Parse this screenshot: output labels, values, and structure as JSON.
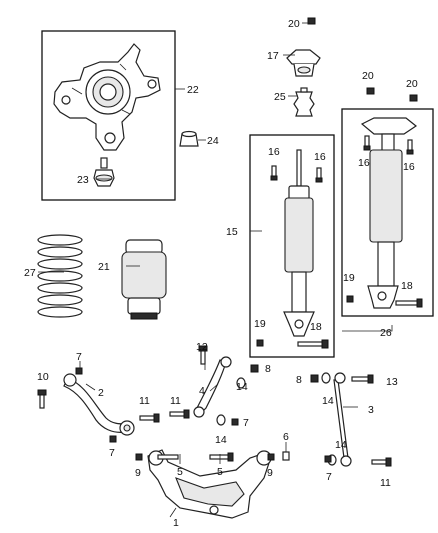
{
  "callouts": {
    "c1": "1",
    "c2": "2",
    "c3": "3",
    "c4": "4",
    "c5a": "5",
    "c5b": "5",
    "c6": "6",
    "c7a": "7",
    "c7b": "7",
    "c7c": "7",
    "c7d": "7",
    "c8a": "8",
    "c8b": "8",
    "c9a": "9",
    "c9b": "9",
    "c10": "10",
    "c11a": "11",
    "c11b": "11",
    "c11c": "11",
    "c12": "12",
    "c13": "13",
    "c14a": "14",
    "c14b": "14",
    "c14c": "14",
    "c14d": "14",
    "c15": "15",
    "c16a": "16",
    "c16b": "16",
    "c16c": "16",
    "c16d": "16",
    "c17": "17",
    "c18a": "18",
    "c18b": "18",
    "c19a": "19",
    "c19b": "19",
    "c20a": "20",
    "c20b": "20",
    "c20c": "20",
    "c21": "21",
    "c22": "22",
    "c23": "23",
    "c24": "24",
    "c25": "25",
    "c26": "26",
    "c27": "27"
  }
}
